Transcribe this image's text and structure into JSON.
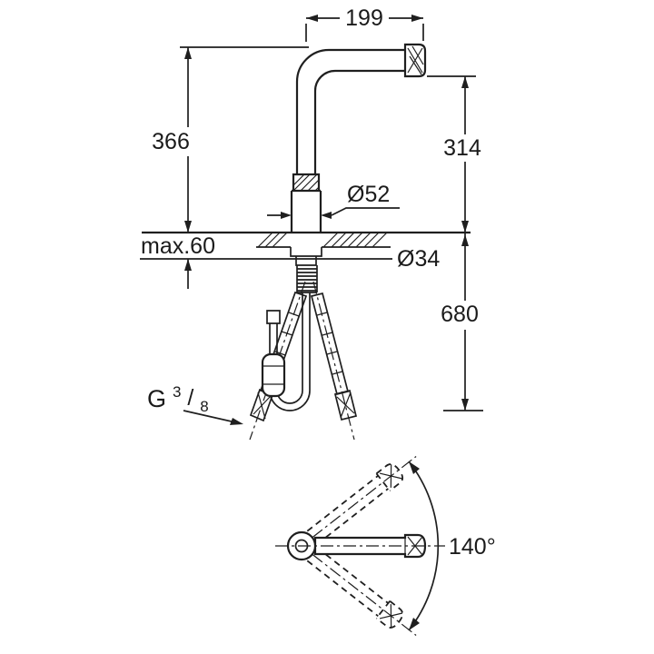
{
  "drawing": {
    "front_view": {
      "dim_spout_reach": "199",
      "dim_total_height": "366",
      "dim_spout_height": "314",
      "dim_base_diameter": "Ø52",
      "dim_max_counter_thickness": "max.60",
      "dim_hole_diameter": "Ø34",
      "dim_hose_length": "680",
      "thread_label": {
        "prefix": "G",
        "numerator": "3",
        "slash": "/",
        "denominator": "8"
      }
    },
    "top_view": {
      "swivel_angle": "140°"
    },
    "colors": {
      "line": "#1f1f1f",
      "background": "#ffffff"
    }
  }
}
